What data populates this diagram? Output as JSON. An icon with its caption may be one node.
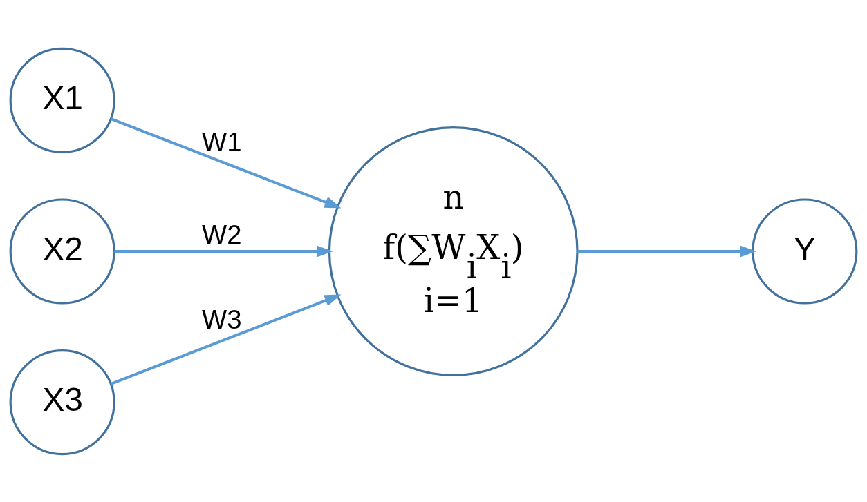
{
  "diagram": {
    "nodes": [
      {
        "text": [
          "X1"
        ]
      },
      {
        "text": [
          "X2"
        ]
      },
      {
        "text": [
          "X3"
        ]
      },
      {
        "text": [
          "n",
          "f(∑W$_{i}$X$_{i}$)",
          "i=1"
        ]
      },
      {
        "text": [
          "Y"
        ]
      }
    ],
    "edges": [
      {
        "from": 0,
        "to": 3,
        "arrow": "to",
        "label": "W1"
      },
      {
        "from": 1,
        "to": 3,
        "arrow": "to",
        "label": "W2"
      },
      {
        "from": 2,
        "to": 3,
        "arrow": "to",
        "label": "W3"
      },
      {
        "from": 3,
        "to": 4,
        "arrow": "to"
      }
    ]
  }
}
